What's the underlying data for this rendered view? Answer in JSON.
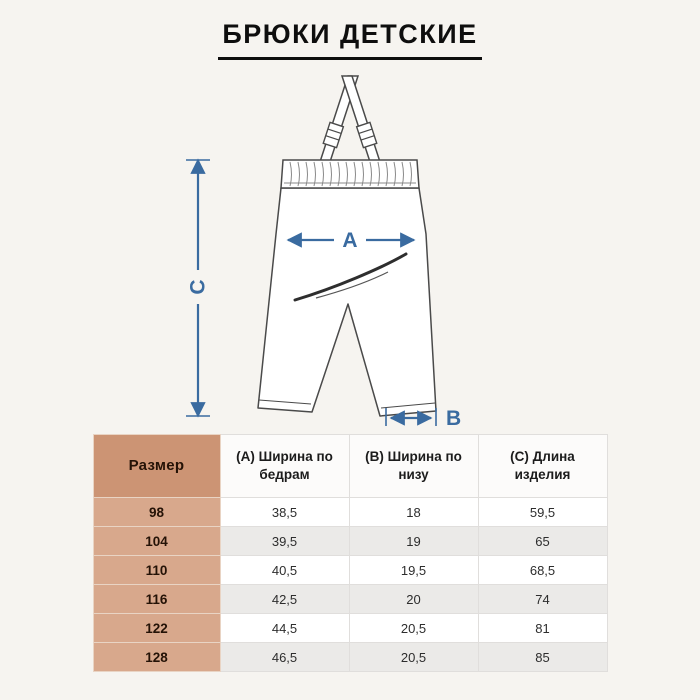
{
  "page": {
    "title": "БРЮКИ ДЕТСКИЕ"
  },
  "colors": {
    "arrow_accent": "#3a6ba0",
    "size_header_bg": "#cc9474",
    "size_column_bg": "#d8a88c",
    "alt_row_bg": "#ebeae8",
    "page_bg": "#f6f4f0"
  },
  "diagram": {
    "description": "children-trousers-with-suspenders-schematic",
    "labels": {
      "a": "A",
      "b": "B",
      "c": "C"
    }
  },
  "table": {
    "headers": [
      "Размер",
      "(A) Ширина по бедрам",
      "(B) Ширина по низу",
      "(C) Длина изделия"
    ],
    "rows": [
      {
        "size": "98",
        "a": "38,5",
        "b": "18",
        "c": "59,5"
      },
      {
        "size": "104",
        "a": "39,5",
        "b": "19",
        "c": "65"
      },
      {
        "size": "110",
        "a": "40,5",
        "b": "19,5",
        "c": "68,5"
      },
      {
        "size": "116",
        "a": "42,5",
        "b": "20",
        "c": "74"
      },
      {
        "size": "122",
        "a": "44,5",
        "b": "20,5",
        "c": "81"
      },
      {
        "size": "128",
        "a": "46,5",
        "b": "20,5",
        "c": "85"
      }
    ]
  }
}
